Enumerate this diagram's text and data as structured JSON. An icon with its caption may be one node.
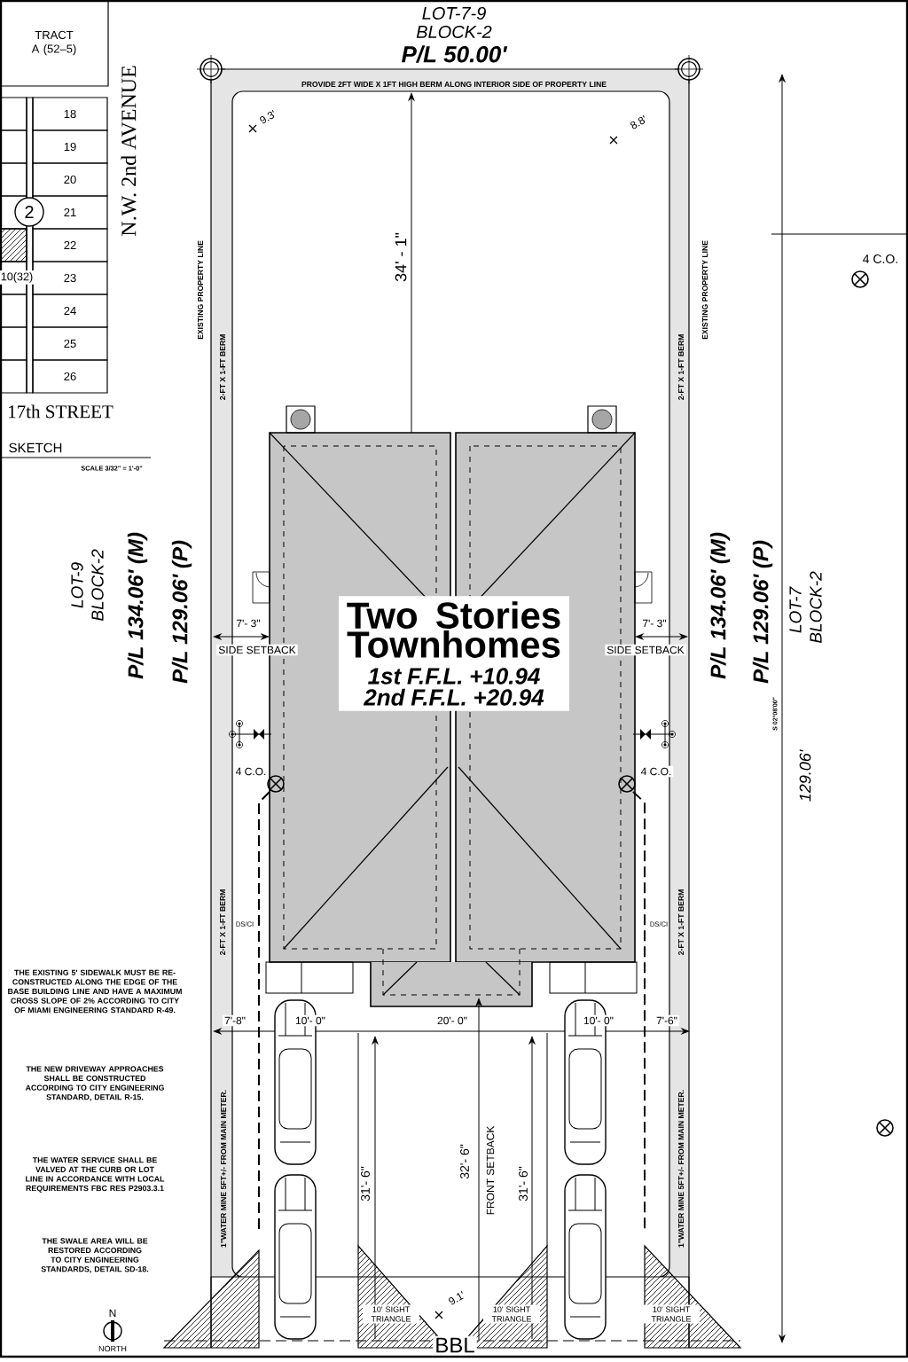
{
  "diagram": {
    "nodes": [
      {
        "text": [
          "TRACT A (52–5)"
        ]
      },
      {
        "text": [
          "18"
        ]
      },
      {
        "text": [
          "19"
        ]
      },
      {
        "text": [
          "20"
        ]
      },
      {
        "text": [
          "21"
        ]
      },
      {
        "text": [
          "22"
        ]
      },
      {
        "text": [
          "23"
        ]
      },
      {
        "text": [
          "24"
        ]
      },
      {
        "text": [
          "25"
        ]
      },
      {
        "text": [
          "26"
        ]
      },
      {
        "text": [
          "Two Stories Townhomes",
          "1st F.F.L. +10.94",
          "2nd F.F.L. +20.94"
        ]
      }
    ],
    "labels": [
      "LOT-7-9",
      "BLOCK-2",
      "P/L 50.00'",
      "PROVIDE 2FT WIDE X 1FT HIGH BERM ALONG INTERIOR SIDE OF PROPERTY LINE",
      "N.W. 2nd AVENUE",
      "9.3'",
      "8.8'",
      "2",
      "10(32)",
      "17th STREET",
      "SKETCH",
      "SCALE 3/32\" = 1'-0\"",
      "EXISTING PROPERTY LINE",
      "2-FT X 1-FT BERM",
      "34' - 1\"",
      "EXISTING PROPERTY LINE",
      "2-FT X 1-FT BERM",
      "4 C.O.",
      "LOT-9",
      "BLOCK-2",
      "P/L 134.06' (M)",
      "P/L 129.06' (P)",
      "P/L 134.06' (M)",
      "P/L 129.06' (P)",
      "LOT-7",
      "BLOCK-2",
      "7'- 3\"",
      "SIDE SETBACK",
      "7'- 3\"",
      "SIDE SETBACK",
      "S 02°08'00\"",
      "4 C.O.",
      "4 C.O.",
      "129.06'",
      "2-FT X 1-FT BERM",
      "DS/CI",
      "DS/CI",
      "2-FT X 1-FT BERM",
      "THE EXISTING 5' SIDEWALK MUST BE RE-CONSTRUCTED ALONG THE EDGE OF THE BASE BUILDING LINE AND HAVE A MAXIMUM CROSS SLOPE OF 2% ACCORDING TO CITY OF MIAMI ENGINEERING STANDARD R-49.",
      "THE NEW DRIVEWAY APPROACHES SHALL BE CONSTRUCTED ACCORDING TO CITY ENGINEERING STANDARD, DETAIL R-15.",
      "THE WATER SERVICE SHALL BE VALVED AT THE CURB OR LOT LINE IN ACCORDANCE WITH LOCAL REQUIREMENTS FBC RES P2903.3.1",
      "THE SWALE AREA WILL BE RESTORED ACCORDING TO CITY ENGINEERING STANDARDS, DETAIL SD-18.",
      "7'-8\"",
      "10'- 0\"",
      "20'- 0\"",
      "10'- 0\"",
      "7'-6\"",
      "1\"WATER MINE 5FT+/- FROM MAIN METER.",
      "31'- 6\"",
      "32'- 6\"",
      "FRONT SETBACK",
      "31'- 6\"",
      "1\"WATER MINE 5FT+/- FROM MAIN METER.",
      "9.1'",
      "10' SIGHT TRIANGLE",
      "10' SIGHT TRIANGLE",
      "10' SIGHT TRIANGLE",
      "N",
      "NORTH",
      "BBL"
    ]
  }
}
